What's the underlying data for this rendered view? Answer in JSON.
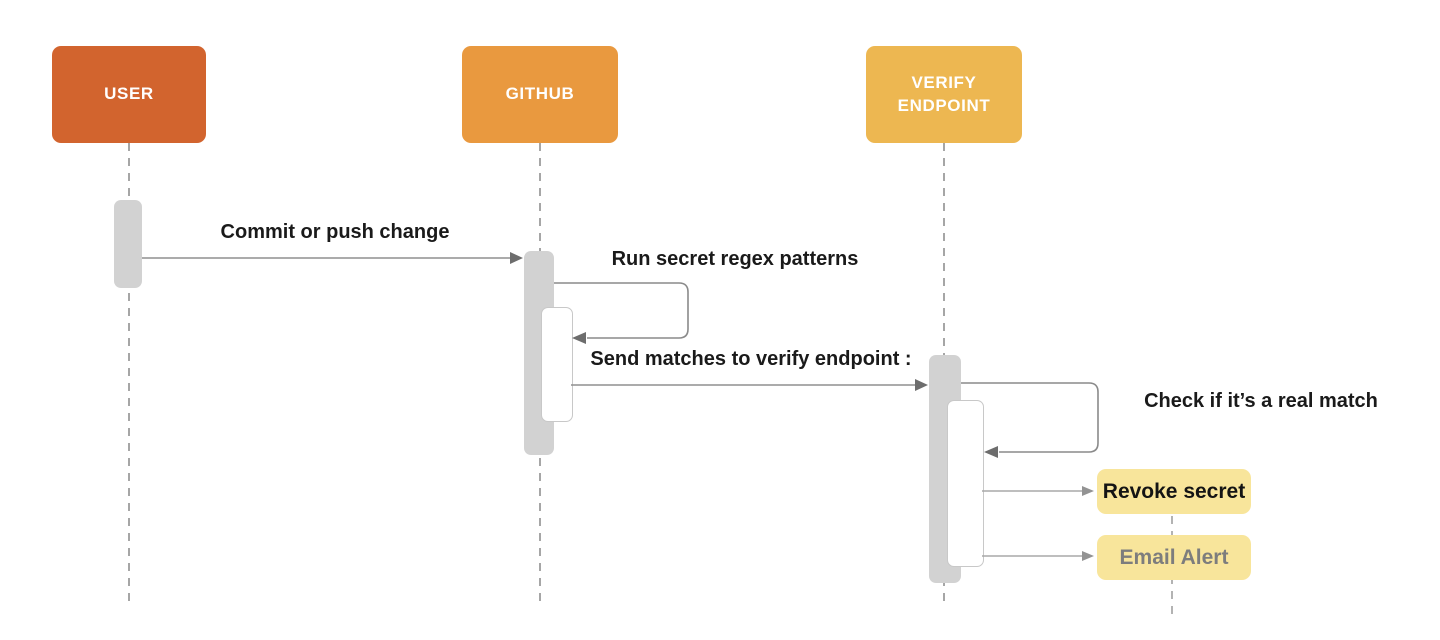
{
  "diagram_type": "sequence-diagram",
  "actors": [
    {
      "label": "USER",
      "color": "#d2642e",
      "text_color": "#ffffff"
    },
    {
      "label": "GITHUB",
      "color": "#e9993f",
      "text_color": "#ffffff"
    },
    {
      "label": "VERIFY ENDPOINT",
      "color": "#edb751",
      "text_color": "#ffffff"
    }
  ],
  "messages": [
    {
      "label": "Commit or push change",
      "from": "USER",
      "to": "GITHUB",
      "kind": "arrow"
    },
    {
      "label": "Run secret regex patterns",
      "from": "GITHUB",
      "to": "GITHUB",
      "kind": "self-loop"
    },
    {
      "label": "Send matches to verify endpoint :",
      "from": "GITHUB",
      "to": "VERIFY ENDPOINT",
      "kind": "arrow"
    },
    {
      "label": "Check if it’s a real match",
      "from": "VERIFY ENDPOINT",
      "to": "VERIFY ENDPOINT",
      "kind": "self-loop"
    },
    {
      "label": "",
      "from": "VERIFY ENDPOINT",
      "to": "Revoke secret",
      "kind": "arrow"
    },
    {
      "label": "",
      "from": "VERIFY ENDPOINT",
      "to": "Email Alert",
      "kind": "arrow"
    }
  ],
  "result_nodes": [
    {
      "label": "Revoke secret",
      "fill": "#f8e59b",
      "text_color": "#141414"
    },
    {
      "label": "Email Alert",
      "fill": "#f8e59b",
      "text_color": "#7d7d7d"
    }
  ],
  "colors": {
    "background": "#ffffff",
    "lifeline": "#a6a6a6",
    "activation_fill": "#d2d2d2",
    "nested_activation_border": "#c8c8c8",
    "arrow_line": "#8f8f8f",
    "arrow_head": "#6d6d6d",
    "result_arrow_line": "#a8a8a8",
    "message_text": "#1a1a1a"
  }
}
